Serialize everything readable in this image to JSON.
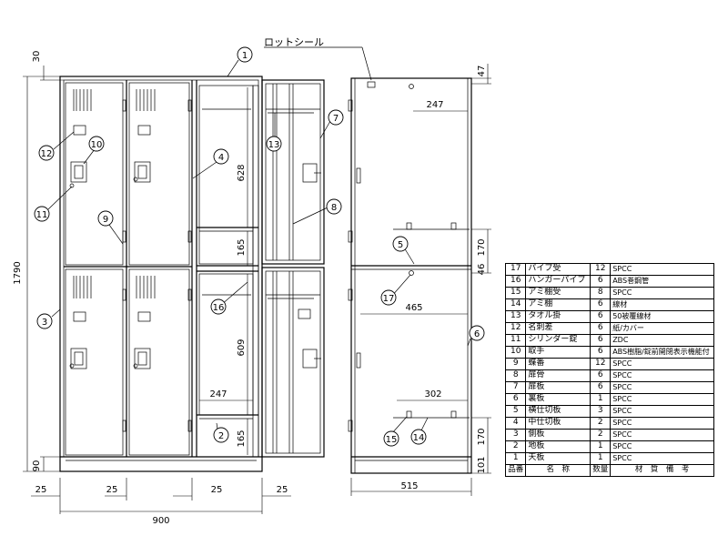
{
  "seal_label": "ロットシール",
  "dimensions": {
    "top_30": "30",
    "top_47": "47",
    "height_1790": "1790",
    "inner_628": "628",
    "inner_165a": "165",
    "inner_609": "609",
    "inner_247a": "247",
    "inner_165b": "165",
    "base_90": "90",
    "gap_25a": "25",
    "gap_25b": "25",
    "gap_25c": "25",
    "gap_25d": "25",
    "width_900": "900",
    "side_247": "247",
    "side_170a": "170",
    "side_46": "46",
    "side_465": "465",
    "side_302": "302",
    "side_170b": "170",
    "side_101": "101",
    "depth_515": "515"
  },
  "callouts": [
    "1",
    "2",
    "3",
    "4",
    "5",
    "6",
    "7",
    "8",
    "9",
    "10",
    "11",
    "12",
    "13",
    "14",
    "15",
    "16",
    "17"
  ],
  "parts_table": {
    "rows": [
      {
        "no": "17",
        "name": "パイプ受",
        "qty": "12",
        "material": "SPCC"
      },
      {
        "no": "16",
        "name": "ハンガーパイプ",
        "qty": "6",
        "material": "ABS巻鋼管"
      },
      {
        "no": "15",
        "name": "アミ棚受",
        "qty": "8",
        "material": "SPCC"
      },
      {
        "no": "14",
        "name": "アミ棚",
        "qty": "6",
        "material": "線材"
      },
      {
        "no": "13",
        "name": "タオル掛",
        "qty": "6",
        "material": "50被覆線材"
      },
      {
        "no": "12",
        "name": "名刺差",
        "qty": "6",
        "material": "紙/カバー"
      },
      {
        "no": "11",
        "name": "シリンダー錠",
        "qty": "6",
        "material": "ZDC"
      },
      {
        "no": "10",
        "name": "取手",
        "qty": "6",
        "material": "ABS樹脂/錠前開閉表示機能付"
      },
      {
        "no": "9",
        "name": "蝶番",
        "qty": "12",
        "material": "SPCC"
      },
      {
        "no": "8",
        "name": "扉骨",
        "qty": "6",
        "material": "SPCC"
      },
      {
        "no": "7",
        "name": "扉板",
        "qty": "6",
        "material": "SPCC"
      },
      {
        "no": "6",
        "name": "裏板",
        "qty": "1",
        "material": "SPCC"
      },
      {
        "no": "5",
        "name": "横仕切板",
        "qty": "3",
        "material": "SPCC"
      },
      {
        "no": "4",
        "name": "中仕切板",
        "qty": "2",
        "material": "SPCC"
      },
      {
        "no": "3",
        "name": "側板",
        "qty": "2",
        "material": "SPCC"
      },
      {
        "no": "2",
        "name": "地板",
        "qty": "1",
        "material": "SPCC"
      },
      {
        "no": "1",
        "name": "天板",
        "qty": "1",
        "material": "SPCC"
      }
    ],
    "header": {
      "no": "品番",
      "name": "名　称",
      "qty": "数量",
      "material": "材　質　備　考"
    }
  }
}
